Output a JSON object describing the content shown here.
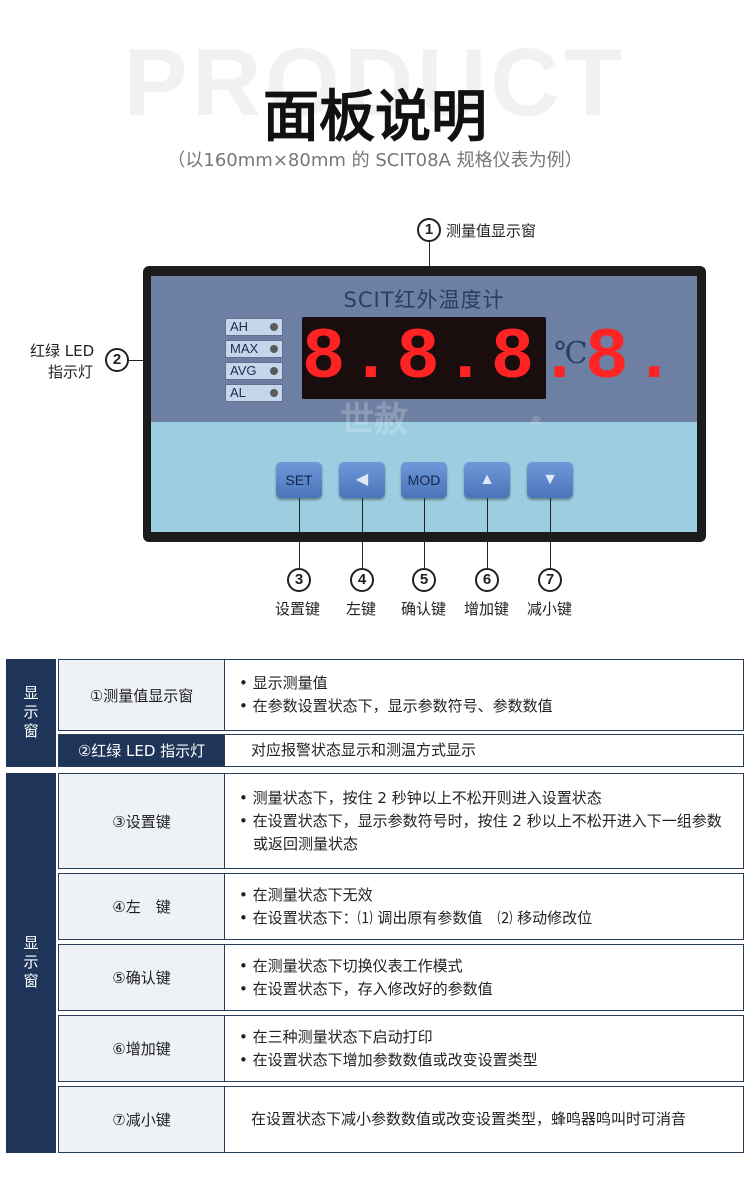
{
  "header": {
    "watermark": "PRODUCT",
    "title": "面板说明",
    "subtitle": "（以160mm×80mm 的 SCIT08A 规格仪表为例）"
  },
  "annotations": {
    "display": {
      "num": "1",
      "label": "测量值显示窗"
    },
    "led": {
      "num": "2",
      "label_line1": "红绿 LED",
      "label_line2": "指示灯"
    },
    "keys": [
      {
        "num": "3",
        "label": "设置键"
      },
      {
        "num": "4",
        "label": "左键"
      },
      {
        "num": "5",
        "label": "确认键"
      },
      {
        "num": "6",
        "label": "增加键"
      },
      {
        "num": "7",
        "label": "减小键"
      }
    ]
  },
  "device": {
    "name": "SCIT红外温度计",
    "display_value": "8.8.8.8.",
    "unit": "℃",
    "logo": "世赦",
    "logo_mark": "®",
    "leds": [
      "AH",
      "MAX",
      "AVG",
      "AL"
    ],
    "keys": [
      {
        "label": "SET"
      },
      {
        "label": "◀"
      },
      {
        "label": "MOD"
      },
      {
        "label": "▲"
      },
      {
        "label": "▼"
      }
    ]
  },
  "table": {
    "sections": [
      {
        "category": "显示窗",
        "rows": [
          {
            "head": "①测量值显示窗",
            "items": [
              "• 显示测量值",
              "• 在参数设置状态下，显示参数符号、参数数值"
            ]
          },
          {
            "head": "②红绿 LED 指示灯",
            "items": [
              "对应报警状态显示和测温方式显示"
            ]
          }
        ]
      },
      {
        "category": "显示窗",
        "rows": [
          {
            "head": "③设置键",
            "items": [
              "• 测量状态下，按住 2 秒钟以上不松开则进入设置状态",
              "• 在设置状态下，显示参数符号时，按住 2 秒以上不松开进入下一组参数或返回测量状态"
            ]
          },
          {
            "head": "④左　键",
            "items": [
              "• 在测量状态下无效",
              "• 在设置状态下：⑴ 调出原有参数值　⑵ 移动修改位"
            ]
          },
          {
            "head": "⑤确认键",
            "items": [
              "• 在测量状态下切换仪表工作模式",
              "• 在设置状态下，存入修改好的参数值"
            ]
          },
          {
            "head": "⑥增加键",
            "items": [
              "• 在三种测量状态下启动打印",
              "• 在设置状态下增加参数数值或改变设置类型"
            ]
          },
          {
            "head": "⑦减小键",
            "items": [
              "在设置状态下减小参数数值或改变设置类型，蜂鸣器鸣叫时可消音"
            ]
          }
        ]
      }
    ]
  },
  "colors": {
    "navy": "#1e3559",
    "panel_top": "#6d7fa3",
    "panel_bottom": "#9ccde0",
    "led_red": "#ff2323",
    "key_blue": "#5a84c8"
  }
}
